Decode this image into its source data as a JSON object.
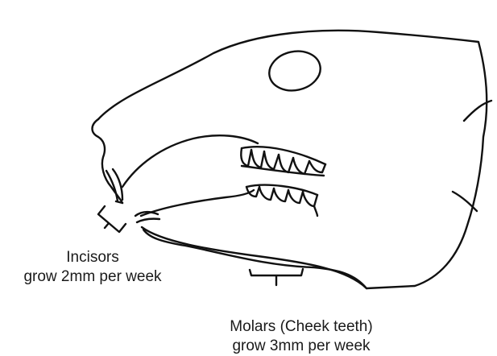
{
  "labels": {
    "incisors": {
      "name": "Incisors",
      "growth": "grow 2mm per week"
    },
    "molars": {
      "name": "Molars (Cheek teeth)",
      "growth": "grow 3mm per week"
    }
  },
  "colors": {
    "ink": "#111111",
    "text": "#1a1a1a",
    "background": "#ffffff"
  }
}
